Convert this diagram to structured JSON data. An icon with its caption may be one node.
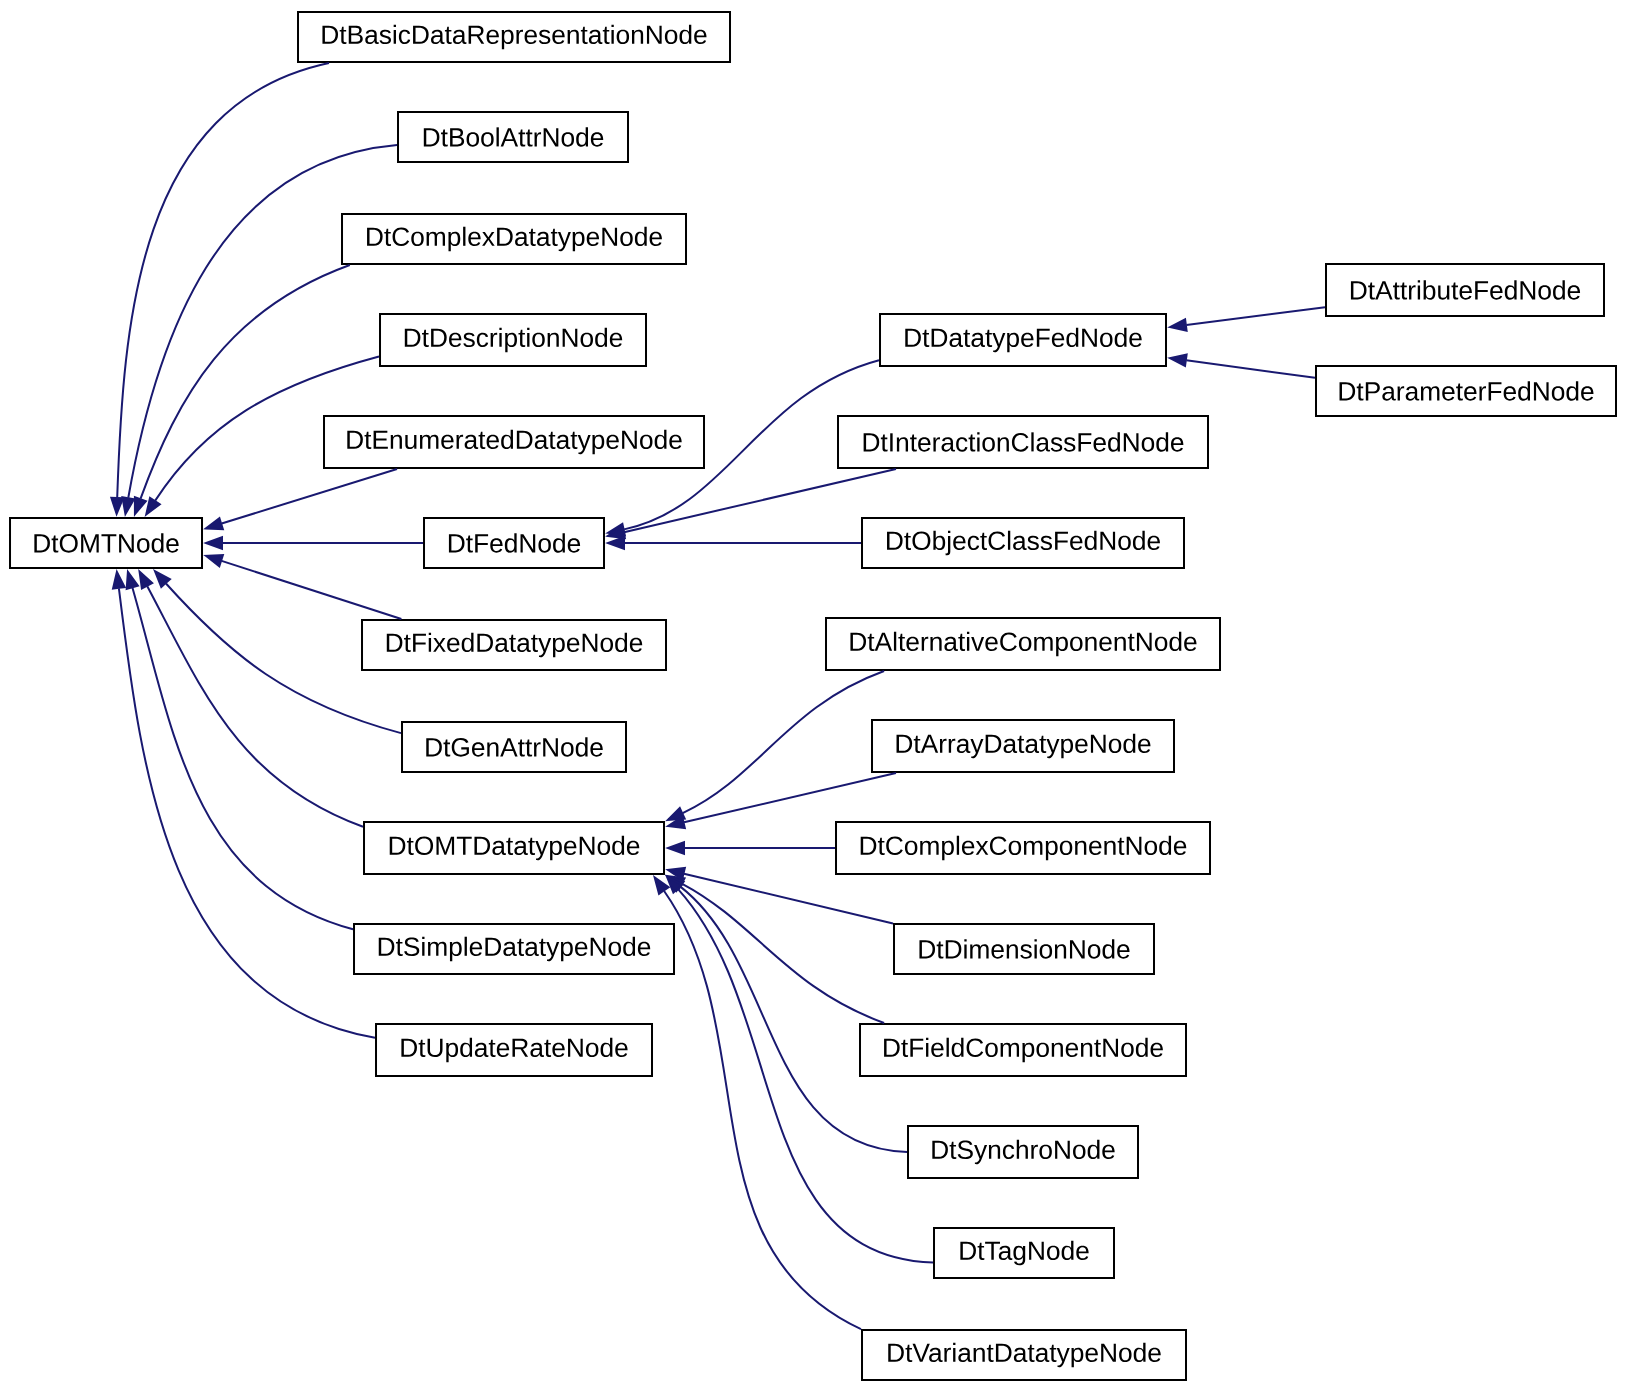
{
  "diagram": {
    "nodes": [
      {
        "text": [
          "DtOMTNode"
        ]
      },
      {
        "text": [
          "DtBasicDataRepresentationNode"
        ]
      },
      {
        "text": [
          "DtBoolAttrNode"
        ]
      },
      {
        "text": [
          "DtComplexDatatypeNode"
        ]
      },
      {
        "text": [
          "DtDescriptionNode"
        ]
      },
      {
        "text": [
          "DtEnumeratedDatatypeNode"
        ]
      },
      {
        "text": [
          "DtFedNode"
        ]
      },
      {
        "text": [
          "DtFixedDatatypeNode"
        ]
      },
      {
        "text": [
          "DtGenAttrNode"
        ]
      },
      {
        "text": [
          "DtOMTDatatypeNode"
        ]
      },
      {
        "text": [
          "DtSimpleDatatypeNode"
        ]
      },
      {
        "text": [
          "DtUpdateRateNode"
        ]
      },
      {
        "text": [
          "DtDatatypeFedNode"
        ]
      },
      {
        "text": [
          "DtInteractionClassFedNode"
        ]
      },
      {
        "text": [
          "DtObjectClassFedNode"
        ]
      },
      {
        "text": [
          "DtAttributeFedNode"
        ]
      },
      {
        "text": [
          "DtParameterFedNode"
        ]
      },
      {
        "text": [
          "DtAlternativeComponentNode"
        ]
      },
      {
        "text": [
          "DtArrayDatatypeNode"
        ]
      },
      {
        "text": [
          "DtComplexComponentNode"
        ]
      },
      {
        "text": [
          "DtDimensionNode"
        ]
      },
      {
        "text": [
          "DtFieldComponentNode"
        ]
      },
      {
        "text": [
          "DtSynchroNode"
        ]
      },
      {
        "text": [
          "DtTagNode"
        ]
      },
      {
        "text": [
          "DtVariantDatatypeNode"
        ]
      }
    ],
    "edges": [
      {
        "from": 1,
        "to": 0,
        "arrow": "to"
      },
      {
        "from": 2,
        "to": 0,
        "arrow": "to"
      },
      {
        "from": 3,
        "to": 0,
        "arrow": "to"
      },
      {
        "from": 4,
        "to": 0,
        "arrow": "to"
      },
      {
        "from": 5,
        "to": 0,
        "arrow": "to"
      },
      {
        "from": 6,
        "to": 0,
        "arrow": "to"
      },
      {
        "from": 7,
        "to": 0,
        "arrow": "to"
      },
      {
        "from": 8,
        "to": 0,
        "arrow": "to"
      },
      {
        "from": 9,
        "to": 0,
        "arrow": "to"
      },
      {
        "from": 10,
        "to": 0,
        "arrow": "to"
      },
      {
        "from": 11,
        "to": 0,
        "arrow": "to"
      },
      {
        "from": 12,
        "to": 6,
        "arrow": "to"
      },
      {
        "from": 13,
        "to": 6,
        "arrow": "to"
      },
      {
        "from": 14,
        "to": 6,
        "arrow": "to"
      },
      {
        "from": 15,
        "to": 12,
        "arrow": "to"
      },
      {
        "from": 16,
        "to": 12,
        "arrow": "to"
      },
      {
        "from": 17,
        "to": 9,
        "arrow": "to"
      },
      {
        "from": 18,
        "to": 9,
        "arrow": "to"
      },
      {
        "from": 19,
        "to": 9,
        "arrow": "to"
      },
      {
        "from": 20,
        "to": 9,
        "arrow": "to"
      },
      {
        "from": 21,
        "to": 9,
        "arrow": "to"
      },
      {
        "from": 22,
        "to": 9,
        "arrow": "to"
      },
      {
        "from": 23,
        "to": 9,
        "arrow": "to"
      },
      {
        "from": 24,
        "to": 9,
        "arrow": "to"
      }
    ]
  }
}
